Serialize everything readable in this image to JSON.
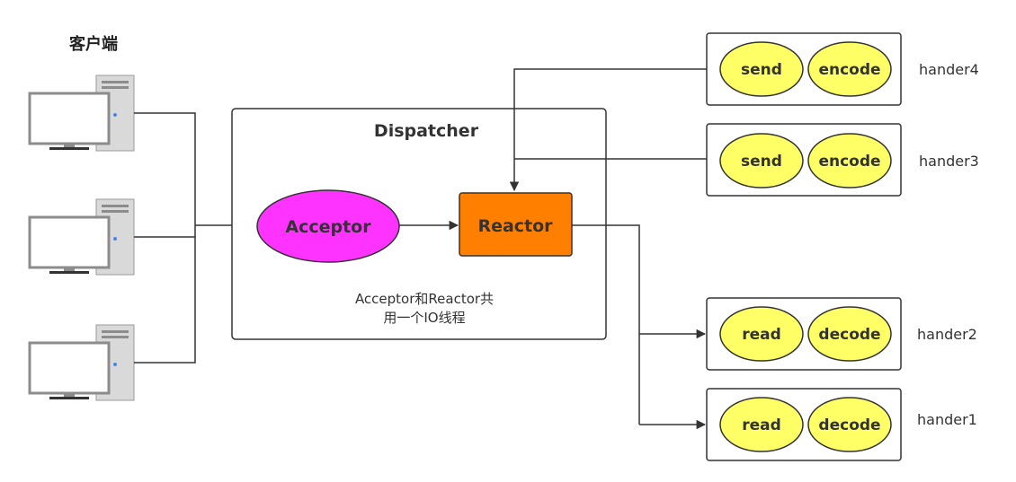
{
  "clients_label": "客户端",
  "dispatcher": {
    "title": "Dispatcher",
    "acceptor": "Acceptor",
    "reactor": "Reactor",
    "note_line1": "Acceptor和Reactor共",
    "note_line2": "用一个IO线程"
  },
  "handlers": [
    {
      "name": "hander4",
      "op1": "send",
      "op2": "encode"
    },
    {
      "name": "hander3",
      "op1": "send",
      "op2": "encode"
    },
    {
      "name": "hander2",
      "op1": "read",
      "op2": "decode"
    },
    {
      "name": "hander1",
      "op1": "read",
      "op2": "decode"
    }
  ],
  "colors": {
    "acceptor_fill": "#ff33ff",
    "reactor_fill": "#ff8000",
    "op_fill": "#ffff66",
    "line": "#333333",
    "computer_tower": "#d9d9d9",
    "monitor_frame": "#8c8c8c"
  }
}
